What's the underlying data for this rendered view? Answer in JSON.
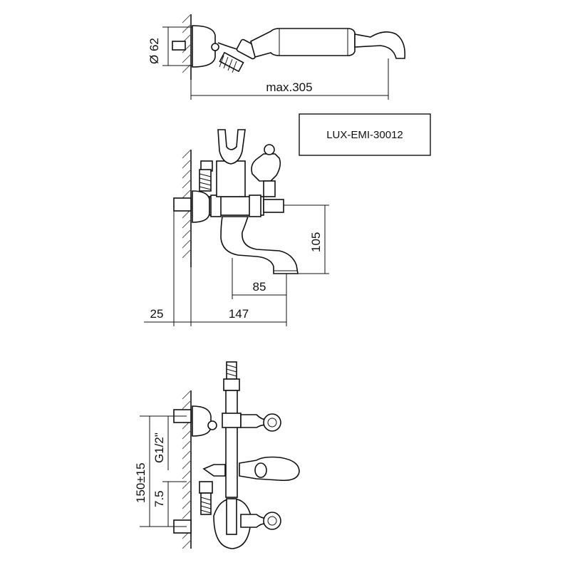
{
  "model_code": "LUX-EMI-30012",
  "top_view": {
    "diameter_label": "Ø 62",
    "length_label": "max.305"
  },
  "side_view": {
    "height_label": "105",
    "spout_label": "85",
    "wall_offset_label": "25",
    "depth_label": "147"
  },
  "front_view": {
    "centers_label": "150±15",
    "thread_label": "G1/2\"",
    "offset_label": "7.5"
  }
}
